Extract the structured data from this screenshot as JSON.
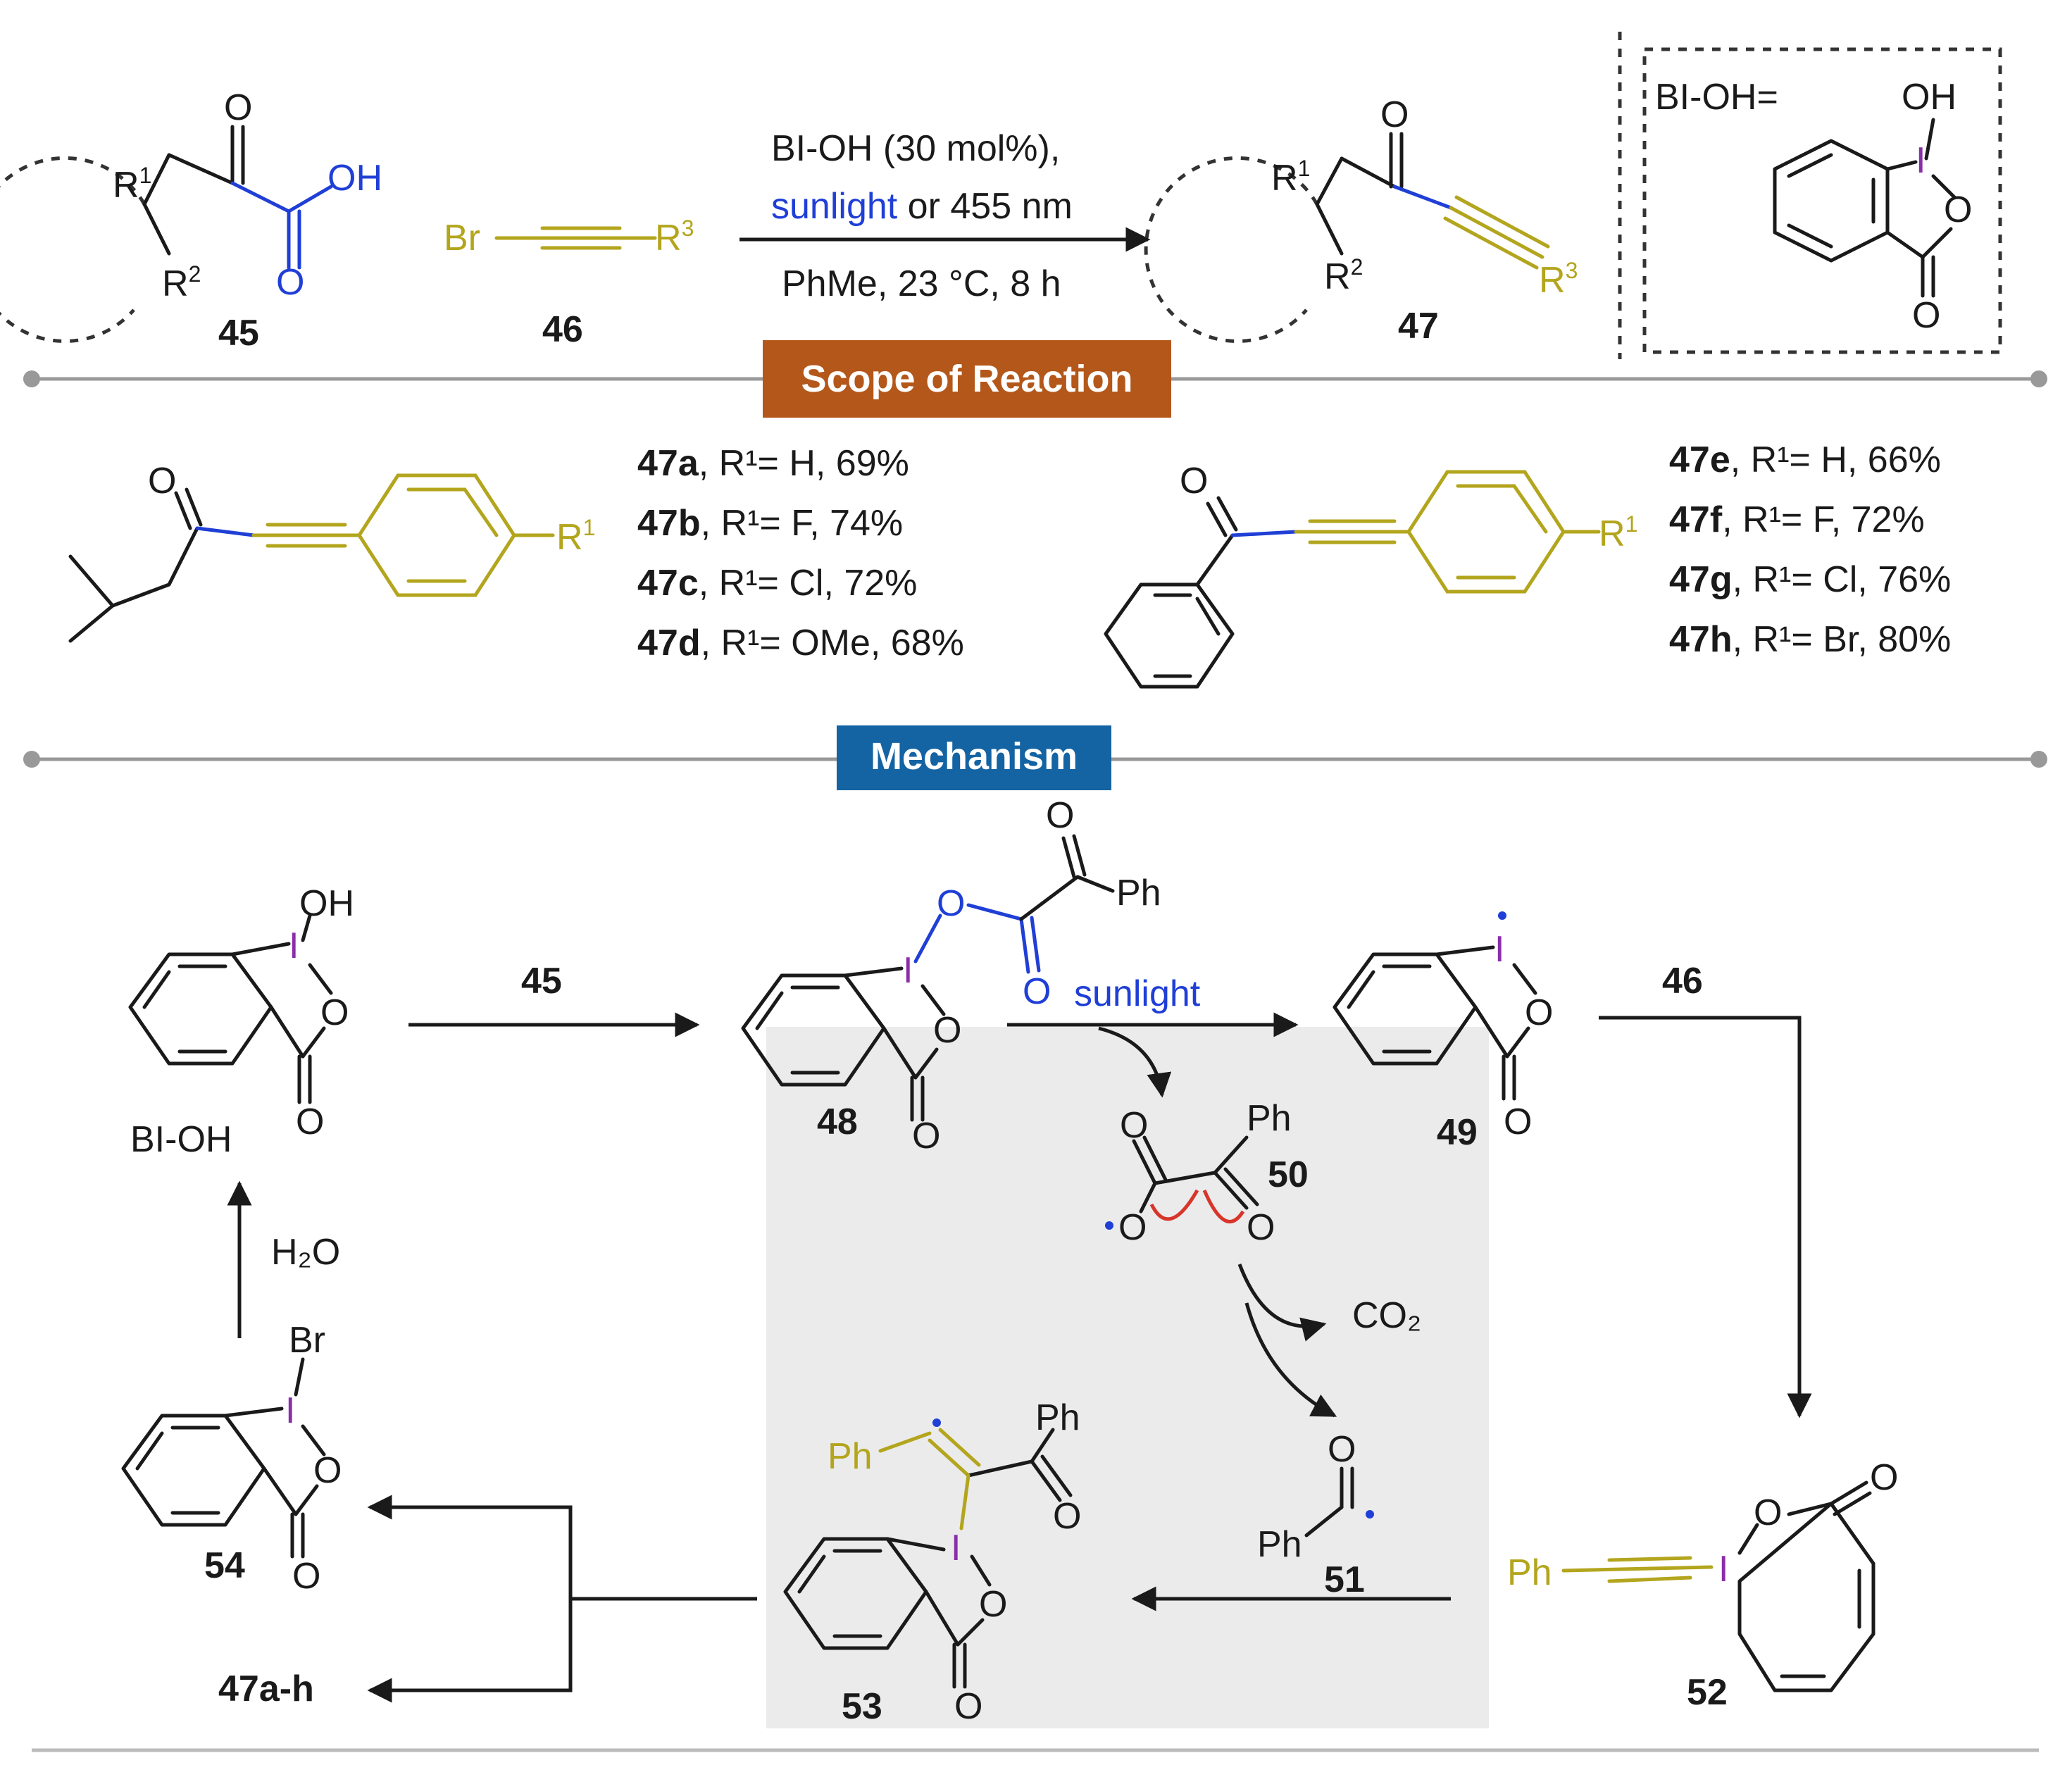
{
  "reaction": {
    "conditions": {
      "line1": "BI-OH (30 mol%),",
      "light_word": "sunlight",
      "line2_rest": " or 455 nm",
      "line3": "PhMe, 23 °C, 8 h"
    },
    "reagent_label": "46",
    "substrate_label": "45",
    "product_label": "47",
    "inset_label": "BI-OH="
  },
  "sections": {
    "scope": "Scope of Reaction",
    "mechanism": "Mechanism"
  },
  "scope_left": [
    {
      "id": "47a",
      "rest": ", R¹= H, 69%"
    },
    {
      "id": "47b",
      "rest": ", R¹= F, 74%"
    },
    {
      "id": "47c",
      "rest": ", R¹= Cl, 72%"
    },
    {
      "id": "47d",
      "rest": ", R¹= OMe, 68%"
    }
  ],
  "scope_right": [
    {
      "id": "47e",
      "rest": ", R¹= H, 66%"
    },
    {
      "id": "47f",
      "rest": ", R¹= F, 72%"
    },
    {
      "id": "47g",
      "rest": ", R¹= Cl, 76%"
    },
    {
      "id": "47h",
      "rest": ", R¹= Br, 80%"
    }
  ],
  "mechanism": {
    "bioh_label": "BI-OH",
    "step_45": "45",
    "step_46": "46",
    "sunlight": "sunlight",
    "water": "H₂O",
    "co2": "CO₂",
    "labels": {
      "c48": "48",
      "c49": "49",
      "c50": "50",
      "c51": "51",
      "c52": "52",
      "c53": "53",
      "c54": "54",
      "products": "47a-h"
    }
  },
  "colors": {
    "alkyne": "#b3a51d",
    "blue": "#1f3fd6",
    "iodine": "#8a2ea8",
    "scope_badge": "#b4571a",
    "mechanism_badge": "#1463a3",
    "radical_arrow": "#d8352a",
    "shade": "#ebebeb"
  }
}
